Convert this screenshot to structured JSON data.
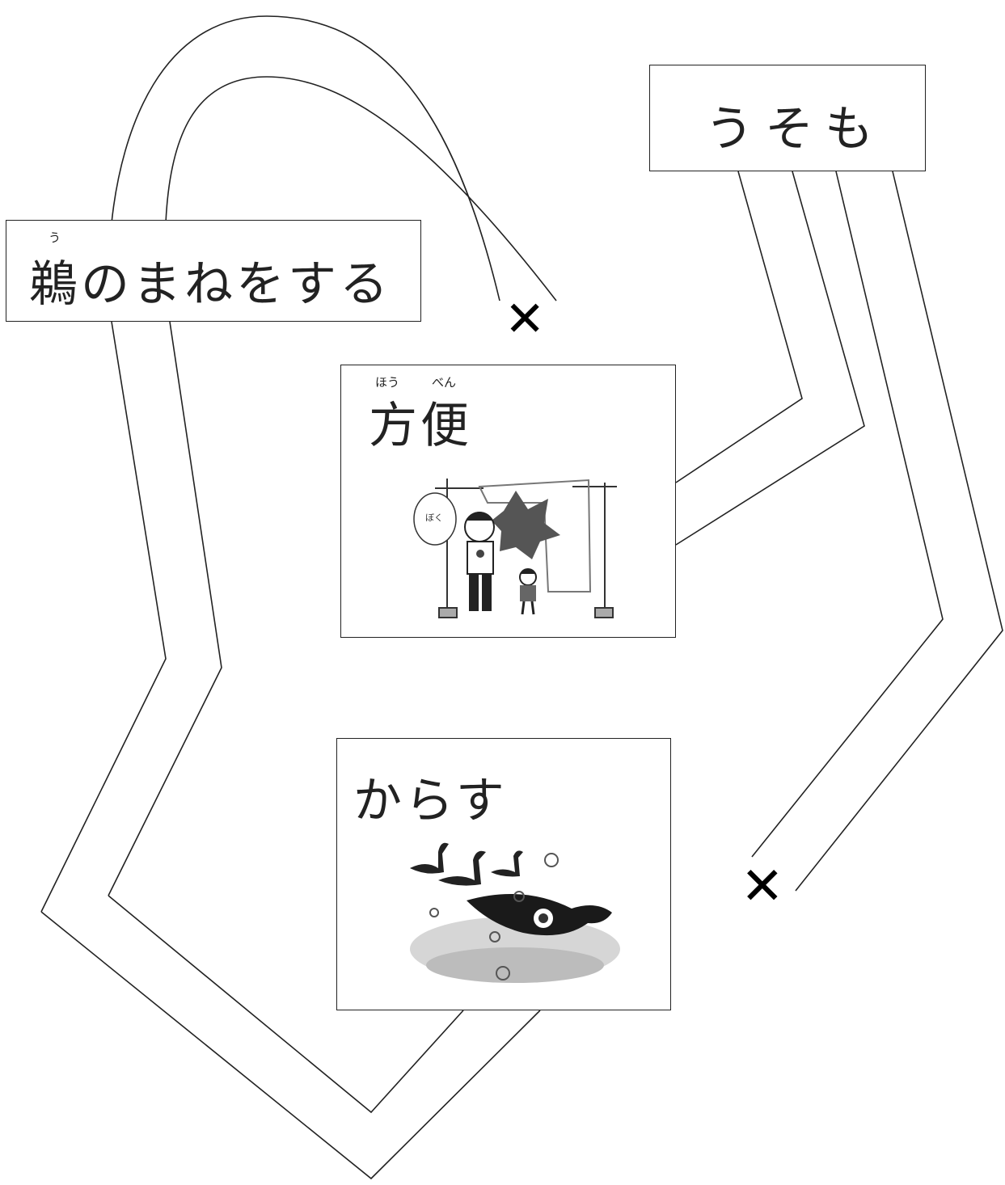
{
  "boxes": {
    "crow_mimic": {
      "ruby": "う",
      "text": "鵜のまねをする"
    },
    "usomo": {
      "text": "うそも"
    },
    "houben": {
      "ruby": [
        "ほう",
        "べん"
      ],
      "text": "方便"
    },
    "karasu": {
      "text": "からす"
    }
  },
  "marks": {
    "dead_end_top": "✕",
    "dead_end_right": "✕"
  },
  "illustrations": {
    "houben_sign_text": "ぼく"
  },
  "colors": {
    "line": "#222222",
    "cross": "#000000"
  }
}
